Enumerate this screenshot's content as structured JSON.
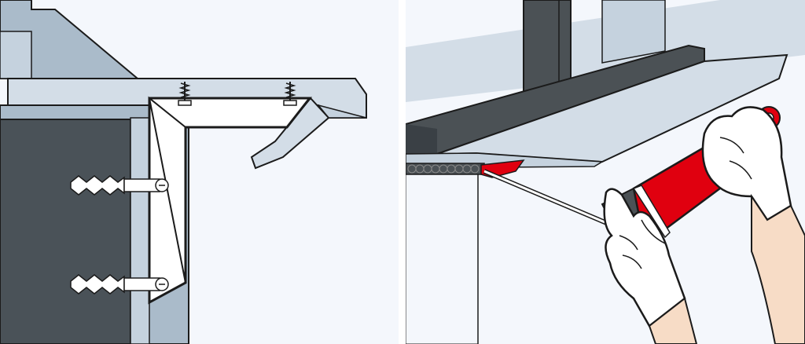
{
  "figure": {
    "panels": [
      {
        "id": "left",
        "subject": "corner-bracket-under-sill",
        "interactive": false
      },
      {
        "id": "right",
        "subject": "foam-gun-under-sill",
        "interactive": false
      }
    ],
    "colors": {
      "background": "#f4f7fc",
      "wall": "#aabbca",
      "wall_light": "#c5d2de",
      "sill": "#d3dde7",
      "dark_recess": "#4a5258",
      "bracket": "#ffffff",
      "outline": "#1b1b1b",
      "foam": "#e0000f",
      "frame": "#4b5155",
      "glove": "#ffffff",
      "skin": "#f7dcc6"
    },
    "icons": [
      "screw-icon",
      "wall-plug-icon",
      "foam-gun-icon",
      "glove-icon"
    ]
  }
}
